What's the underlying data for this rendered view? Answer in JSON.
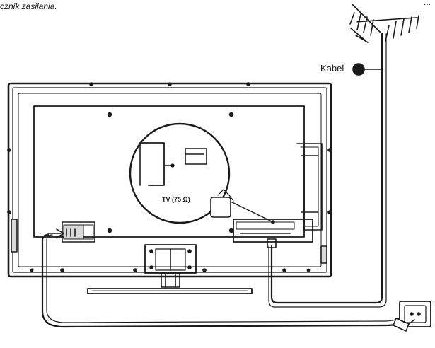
{
  "caption": "cznik zasilania.",
  "corner_text": "...",
  "labels": {
    "cable": "Kabel",
    "tv_port": "TV (75 Ω)"
  },
  "icons": [
    "antenna-icon",
    "tv-back-panel",
    "wall-outlet-icon",
    "power-plug-icon"
  ],
  "colors": {
    "line": "#1a1a1a",
    "fill": "#ffffff",
    "shade": "#d9d9d9"
  }
}
